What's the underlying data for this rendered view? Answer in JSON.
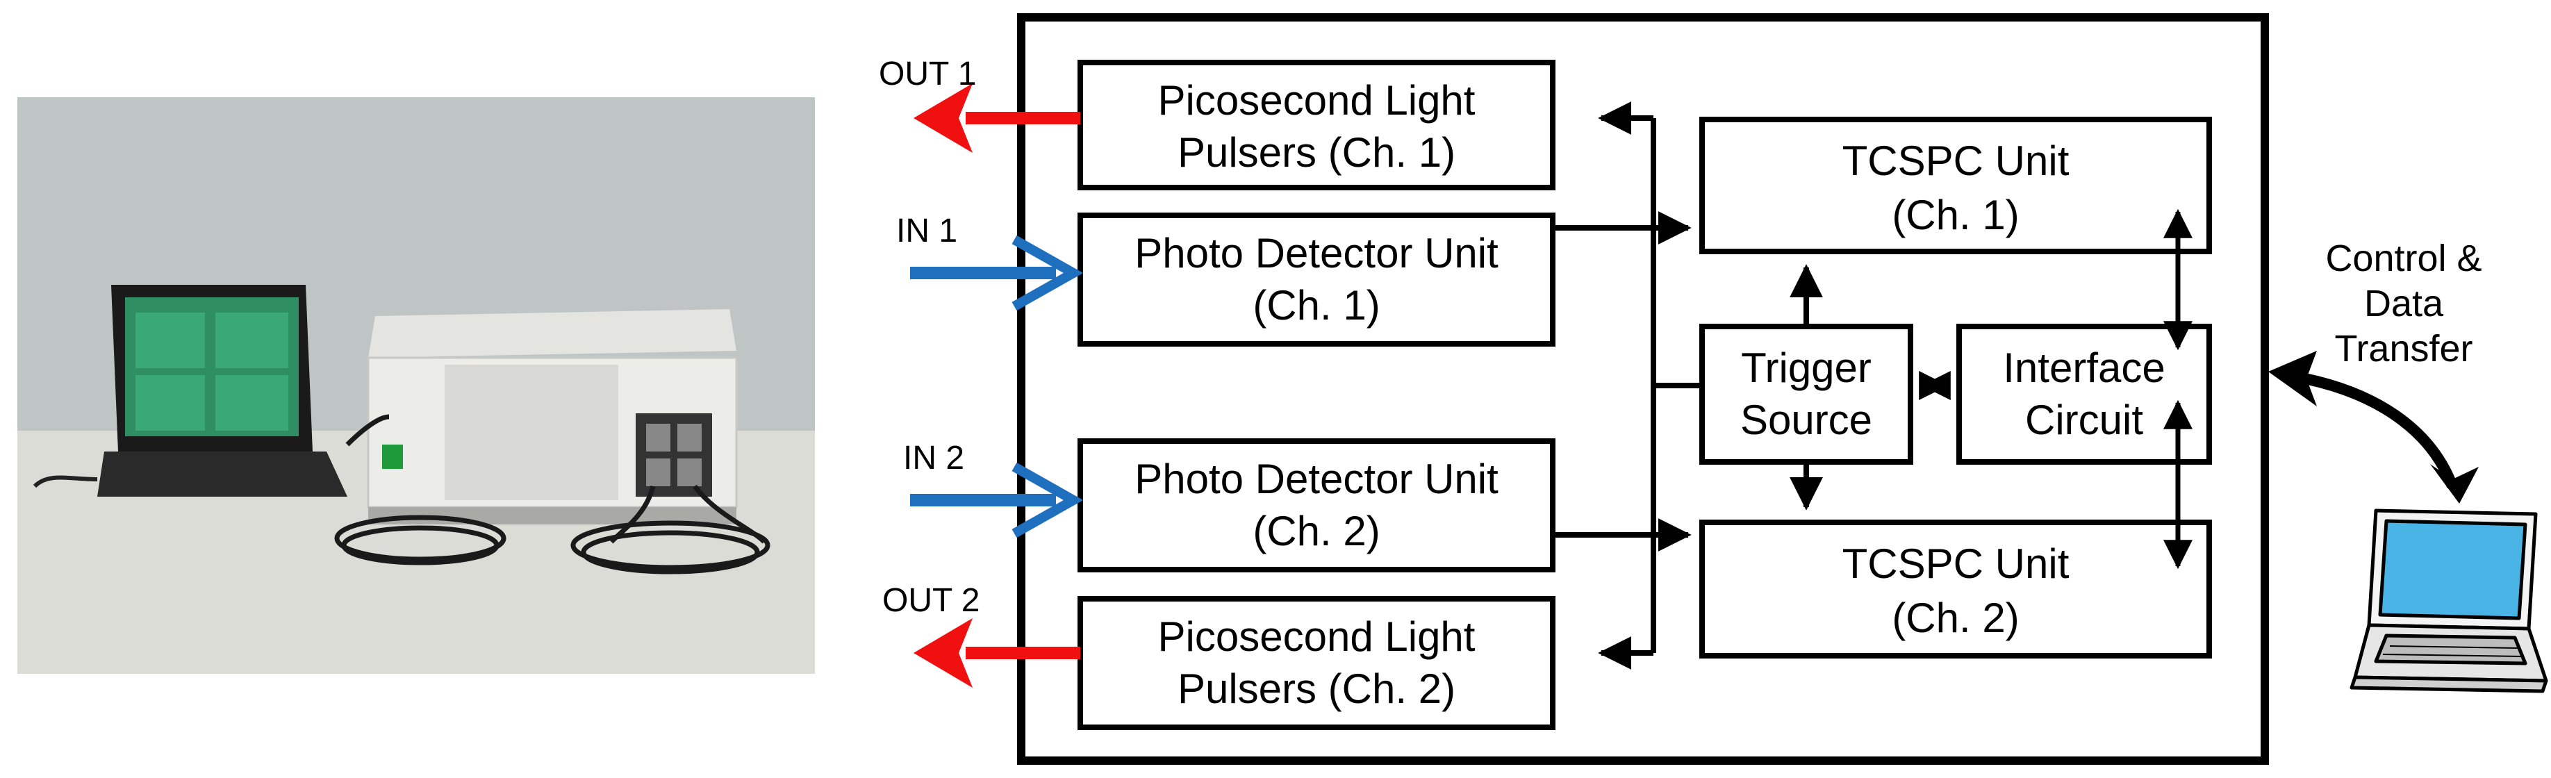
{
  "colors": {
    "output_arrow": "#f01010",
    "input_arrow": "#1f6fbf",
    "line": "#000000",
    "photo_bg": "#b9bfc0",
    "photo_floor": "#d9d9d4"
  },
  "external": {
    "out1": "OUT 1",
    "in1": "IN 1",
    "in2": "IN 2",
    "out2": "OUT 2",
    "control": [
      "Control &",
      "Data",
      "Transfer"
    ]
  },
  "boxes": {
    "pulser1": [
      "Picosecond Light",
      "Pulsers (Ch. 1)"
    ],
    "detector1": [
      "Photo Detector Unit",
      "(Ch. 1)"
    ],
    "detector2": [
      "Photo Detector Unit",
      "(Ch. 2)"
    ],
    "pulser2": [
      "Picosecond Light",
      "Pulsers (Ch. 2)"
    ],
    "tcspc1": [
      "TCSPC Unit",
      "(Ch. 1)"
    ],
    "trigger": [
      "Trigger",
      "Source"
    ],
    "interface": [
      "Interface",
      "Circuit"
    ],
    "tcspc2": [
      "TCSPC Unit",
      "(Ch. 2)"
    ]
  },
  "icons": {
    "photo": "tcspc-system-photo",
    "laptop": "laptop-icon"
  }
}
